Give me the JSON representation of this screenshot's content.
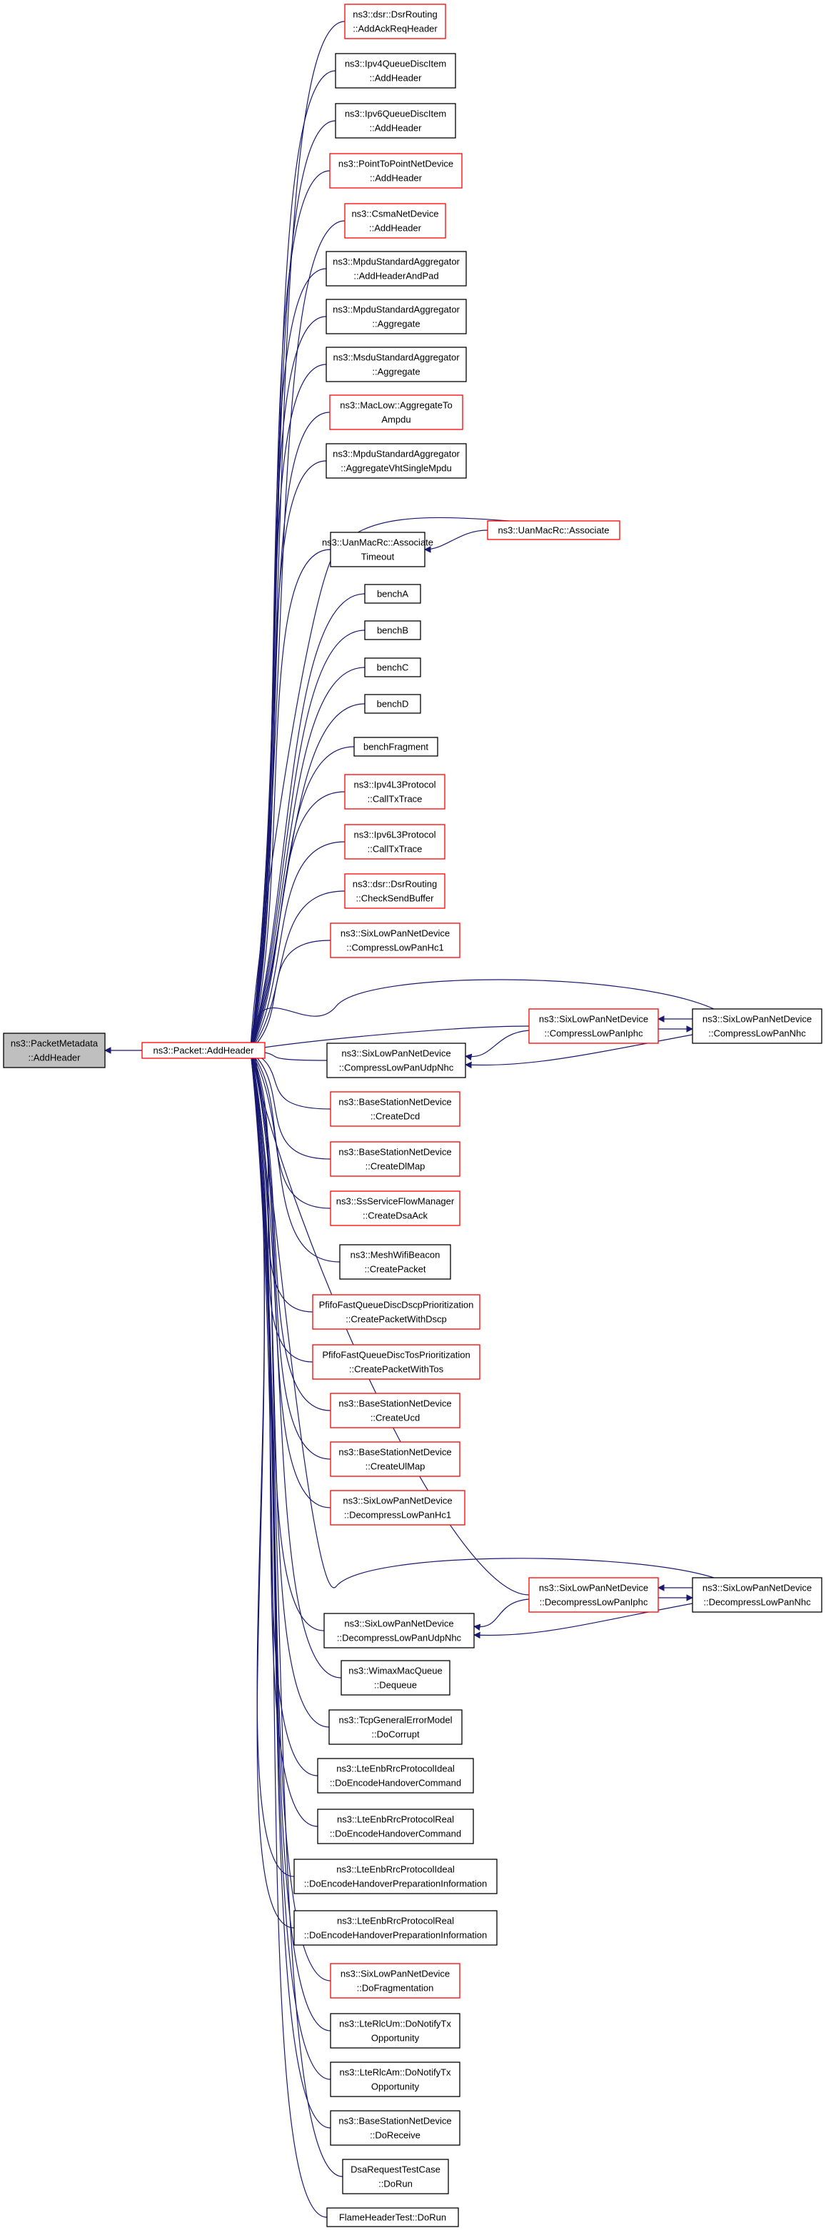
{
  "colors": {
    "edge": "#191970",
    "border_black": "#000000",
    "border_red": "#ff0000",
    "root_fill": "#bfbfbf",
    "fill": "#ffffff"
  },
  "nodes": [
    {
      "id": "root",
      "lines": [
        "ns3::PacketMetadata",
        "::AddHeader"
      ],
      "border": "black",
      "fill": "gray"
    },
    {
      "id": "packet",
      "lines": [
        "ns3::Packet::AddHeader"
      ],
      "border": "red"
    },
    {
      "id": "n1",
      "lines": [
        "ns3::dsr::DsrRouting",
        "::AddAckReqHeader"
      ],
      "border": "red"
    },
    {
      "id": "n2",
      "lines": [
        "ns3::Ipv4QueueDiscItem",
        "::AddHeader"
      ],
      "border": "black"
    },
    {
      "id": "n3",
      "lines": [
        "ns3::Ipv6QueueDiscItem",
        "::AddHeader"
      ],
      "border": "black"
    },
    {
      "id": "n4",
      "lines": [
        "ns3::PointToPointNetDevice",
        "::AddHeader"
      ],
      "border": "red"
    },
    {
      "id": "n5",
      "lines": [
        "ns3::CsmaNetDevice",
        "::AddHeader"
      ],
      "border": "red"
    },
    {
      "id": "n6",
      "lines": [
        "ns3::MpduStandardAggregator",
        "::AddHeaderAndPad"
      ],
      "border": "black"
    },
    {
      "id": "n7",
      "lines": [
        "ns3::MpduStandardAggregator",
        "::Aggregate"
      ],
      "border": "black"
    },
    {
      "id": "n8",
      "lines": [
        "ns3::MsduStandardAggregator",
        "::Aggregate"
      ],
      "border": "black"
    },
    {
      "id": "n9",
      "lines": [
        "ns3::MacLow::AggregateTo",
        "Ampdu"
      ],
      "border": "red"
    },
    {
      "id": "n10",
      "lines": [
        "ns3::MpduStandardAggregator",
        "::AggregateVhtSingleMpdu"
      ],
      "border": "black"
    },
    {
      "id": "n11",
      "lines": [
        "ns3::UanMacRc::Associate",
        "Timeout"
      ],
      "border": "black"
    },
    {
      "id": "n12",
      "lines": [
        "benchA"
      ],
      "border": "black"
    },
    {
      "id": "n13",
      "lines": [
        "benchB"
      ],
      "border": "black"
    },
    {
      "id": "n14",
      "lines": [
        "benchC"
      ],
      "border": "black"
    },
    {
      "id": "n15",
      "lines": [
        "benchD"
      ],
      "border": "black"
    },
    {
      "id": "n16",
      "lines": [
        "benchFragment"
      ],
      "border": "black"
    },
    {
      "id": "n17",
      "lines": [
        "ns3::Ipv4L3Protocol",
        "::CallTxTrace"
      ],
      "border": "red"
    },
    {
      "id": "n18",
      "lines": [
        "ns3::Ipv6L3Protocol",
        "::CallTxTrace"
      ],
      "border": "red"
    },
    {
      "id": "n19",
      "lines": [
        "ns3::dsr::DsrRouting",
        "::CheckSendBuffer"
      ],
      "border": "red"
    },
    {
      "id": "n20",
      "lines": [
        "ns3::SixLowPanNetDevice",
        "::CompressLowPanHc1"
      ],
      "border": "red"
    },
    {
      "id": "n21",
      "lines": [
        "ns3::SixLowPanNetDevice",
        "::CompressLowPanUdpNhc"
      ],
      "border": "black"
    },
    {
      "id": "n22",
      "lines": [
        "ns3::BaseStationNetDevice",
        "::CreateDcd"
      ],
      "border": "red"
    },
    {
      "id": "n23",
      "lines": [
        "ns3::BaseStationNetDevice",
        "::CreateDlMap"
      ],
      "border": "red"
    },
    {
      "id": "n24",
      "lines": [
        "ns3::SsServiceFlowManager",
        "::CreateDsaAck"
      ],
      "border": "red"
    },
    {
      "id": "n25",
      "lines": [
        "ns3::MeshWifiBeacon",
        "::CreatePacket"
      ],
      "border": "black"
    },
    {
      "id": "n26",
      "lines": [
        "PfifoFastQueueDiscDscpPrioritization",
        "::CreatePacketWithDscp"
      ],
      "border": "red"
    },
    {
      "id": "n27",
      "lines": [
        "PfifoFastQueueDiscTosPrioritization",
        "::CreatePacketWithTos"
      ],
      "border": "red"
    },
    {
      "id": "n28",
      "lines": [
        "ns3::BaseStationNetDevice",
        "::CreateUcd"
      ],
      "border": "red"
    },
    {
      "id": "n29",
      "lines": [
        "ns3::BaseStationNetDevice",
        "::CreateUlMap"
      ],
      "border": "red"
    },
    {
      "id": "n30",
      "lines": [
        "ns3::SixLowPanNetDevice",
        "::DecompressLowPanHc1"
      ],
      "border": "red"
    },
    {
      "id": "n31",
      "lines": [
        "ns3::SixLowPanNetDevice",
        "::DecompressLowPanUdpNhc"
      ],
      "border": "black"
    },
    {
      "id": "n32",
      "lines": [
        "ns3::WimaxMacQueue",
        "::Dequeue"
      ],
      "border": "black"
    },
    {
      "id": "n33",
      "lines": [
        "ns3::TcpGeneralErrorModel",
        "::DoCorrupt"
      ],
      "border": "black"
    },
    {
      "id": "n34",
      "lines": [
        "ns3::LteEnbRrcProtocolIdeal",
        "::DoEncodeHandoverCommand"
      ],
      "border": "black"
    },
    {
      "id": "n35",
      "lines": [
        "ns3::LteEnbRrcProtocolReal",
        "::DoEncodeHandoverCommand"
      ],
      "border": "black"
    },
    {
      "id": "n36",
      "lines": [
        "ns3::LteEnbRrcProtocolIdeal",
        "::DoEncodeHandoverPreparationInformation"
      ],
      "border": "black"
    },
    {
      "id": "n37",
      "lines": [
        "ns3::LteEnbRrcProtocolReal",
        "::DoEncodeHandoverPreparationInformation"
      ],
      "border": "black"
    },
    {
      "id": "n38",
      "lines": [
        "ns3::SixLowPanNetDevice",
        "::DoFragmentation"
      ],
      "border": "red"
    },
    {
      "id": "n39",
      "lines": [
        "ns3::LteRlcUm::DoNotifyTx",
        "Opportunity"
      ],
      "border": "black"
    },
    {
      "id": "n40",
      "lines": [
        "ns3::LteRlcAm::DoNotifyTx",
        "Opportunity"
      ],
      "border": "black"
    },
    {
      "id": "n41",
      "lines": [
        "ns3::BaseStationNetDevice",
        "::DoReceive"
      ],
      "border": "black"
    },
    {
      "id": "n42",
      "lines": [
        "DsaRequestTestCase",
        "::DoRun"
      ],
      "border": "black"
    },
    {
      "id": "n43",
      "lines": [
        "FlameHeaderTest::DoRun"
      ],
      "border": "black"
    },
    {
      "id": "assoc",
      "lines": [
        "ns3::UanMacRc::Associate"
      ],
      "border": "red"
    },
    {
      "id": "cIphc",
      "lines": [
        "ns3::SixLowPanNetDevice",
        "::CompressLowPanIphc"
      ],
      "border": "red"
    },
    {
      "id": "cNhc",
      "lines": [
        "ns3::SixLowPanNetDevice",
        "::CompressLowPanNhc"
      ],
      "border": "black"
    },
    {
      "id": "dIphc",
      "lines": [
        "ns3::SixLowPanNetDevice",
        "::DecompressLowPanIphc"
      ],
      "border": "red"
    },
    {
      "id": "dNhc",
      "lines": [
        "ns3::SixLowPanNetDevice",
        "::DecompressLowPanNhc"
      ],
      "border": "black"
    }
  ],
  "edges": [
    {
      "from": "packet",
      "to": "root"
    },
    {
      "from": "n1",
      "to": "packet"
    },
    {
      "from": "n2",
      "to": "packet"
    },
    {
      "from": "n3",
      "to": "packet"
    },
    {
      "from": "n4",
      "to": "packet"
    },
    {
      "from": "n5",
      "to": "packet"
    },
    {
      "from": "n6",
      "to": "packet"
    },
    {
      "from": "n7",
      "to": "packet"
    },
    {
      "from": "n8",
      "to": "packet"
    },
    {
      "from": "n9",
      "to": "packet"
    },
    {
      "from": "n10",
      "to": "packet"
    },
    {
      "from": "assoc",
      "to": "packet"
    },
    {
      "from": "n11",
      "to": "packet"
    },
    {
      "from": "n12",
      "to": "packet"
    },
    {
      "from": "n13",
      "to": "packet"
    },
    {
      "from": "n14",
      "to": "packet"
    },
    {
      "from": "n15",
      "to": "packet"
    },
    {
      "from": "n16",
      "to": "packet"
    },
    {
      "from": "n17",
      "to": "packet"
    },
    {
      "from": "n18",
      "to": "packet"
    },
    {
      "from": "n19",
      "to": "packet"
    },
    {
      "from": "n20",
      "to": "packet"
    },
    {
      "from": "cNhc",
      "to": "packet"
    },
    {
      "from": "cIphc",
      "to": "packet"
    },
    {
      "from": "n21",
      "to": "packet"
    },
    {
      "from": "n22",
      "to": "packet"
    },
    {
      "from": "n23",
      "to": "packet"
    },
    {
      "from": "n24",
      "to": "packet"
    },
    {
      "from": "n25",
      "to": "packet"
    },
    {
      "from": "n26",
      "to": "packet"
    },
    {
      "from": "n27",
      "to": "packet"
    },
    {
      "from": "n28",
      "to": "packet"
    },
    {
      "from": "n29",
      "to": "packet"
    },
    {
      "from": "n30",
      "to": "packet"
    },
    {
      "from": "dNhc",
      "to": "packet"
    },
    {
      "from": "dIphc",
      "to": "packet"
    },
    {
      "from": "n31",
      "to": "packet"
    },
    {
      "from": "n32",
      "to": "packet"
    },
    {
      "from": "n33",
      "to": "packet"
    },
    {
      "from": "n34",
      "to": "packet"
    },
    {
      "from": "n35",
      "to": "packet"
    },
    {
      "from": "n36",
      "to": "packet"
    },
    {
      "from": "n37",
      "to": "packet"
    },
    {
      "from": "n38",
      "to": "packet"
    },
    {
      "from": "n39",
      "to": "packet"
    },
    {
      "from": "n40",
      "to": "packet"
    },
    {
      "from": "n41",
      "to": "packet"
    },
    {
      "from": "n42",
      "to": "packet"
    },
    {
      "from": "n43",
      "to": "packet"
    },
    {
      "from": "assoc",
      "to": "n11"
    },
    {
      "from": "cIphc",
      "to": "n21"
    },
    {
      "from": "cNhc",
      "to": "n21"
    },
    {
      "from": "cNhc",
      "to": "cIphc"
    },
    {
      "from": "cIphc",
      "to": "cNhc"
    },
    {
      "from": "dIphc",
      "to": "n31"
    },
    {
      "from": "dNhc",
      "to": "n31"
    },
    {
      "from": "dNhc",
      "to": "dIphc"
    },
    {
      "from": "dIphc",
      "to": "dNhc"
    }
  ]
}
